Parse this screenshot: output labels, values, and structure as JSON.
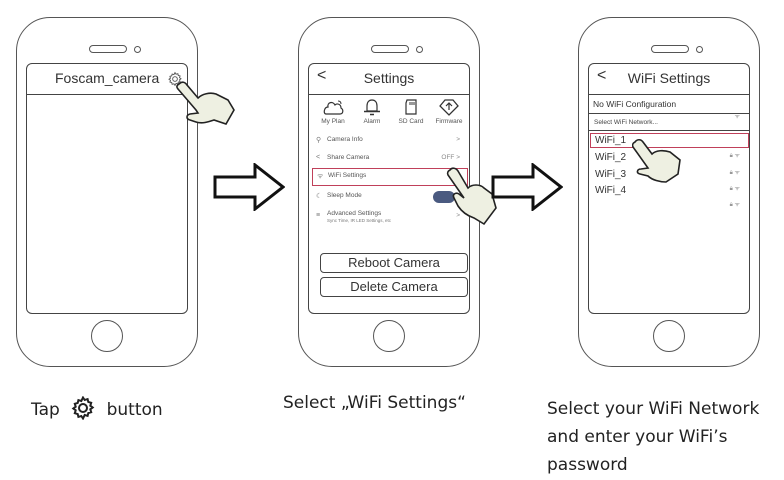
{
  "steps": [
    {
      "screen_title": "Foscam_camera",
      "caption_prefix": "Tap",
      "caption_suffix": "button",
      "caption_icon": "gear-icon"
    },
    {
      "screen_title": "Settings",
      "back_label": "<",
      "quick_actions": [
        {
          "label": "My Plan",
          "icon": "cloud-icon"
        },
        {
          "label": "Alarm",
          "icon": "bell-icon"
        },
        {
          "label": "SD Card",
          "icon": "sd-card-icon"
        },
        {
          "label": "Firmware",
          "icon": "firmware-icon"
        }
      ],
      "menu": [
        {
          "label": "Camera Info",
          "right": ">",
          "icon": "⚲"
        },
        {
          "label": "Share Camera",
          "right": "OFF >",
          "icon": "<"
        },
        {
          "label": "WiFi Settings",
          "right": ">",
          "icon": "ᯤ"
        },
        {
          "label": "Sleep Mode",
          "right": "",
          "icon": "☾"
        },
        {
          "label": "Advanced Settings",
          "sub": "Sync Time, IR LED Settings, etc",
          "right": ">",
          "icon": "≡"
        }
      ],
      "buttons": {
        "reboot": "Reboot Camera",
        "delete": "Delete Camera"
      },
      "caption": "Select „WiFi Settings“"
    },
    {
      "screen_title": "WiFi Settings",
      "back_label": "<",
      "no_config": "No WiFi Configuration",
      "select_label": "Select WiFi Network...",
      "networks": [
        "WiFi_1",
        "WiFi_2",
        "WiFi_3",
        "WiFi_4"
      ],
      "caption_lines": [
        "Select your WiFi Network",
        "and enter your WiFi’s",
        "password"
      ]
    }
  ],
  "colors": {
    "highlight": "#c0405a",
    "toggle": "#4a5a80",
    "hand_fill": "#eef0e2"
  }
}
